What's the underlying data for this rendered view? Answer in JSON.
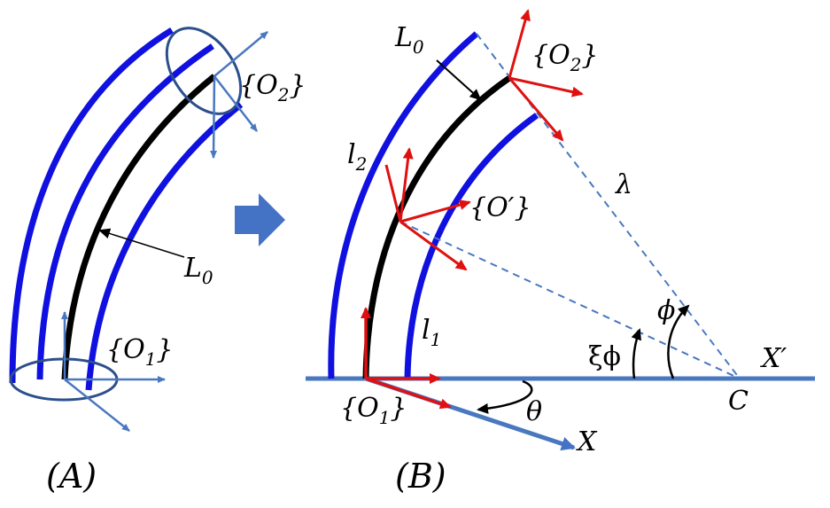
{
  "panel_a": {
    "caption": "(A)",
    "frame_top": "{O2}",
    "frame_bottom": "{O1}",
    "centerline": "L0"
  },
  "panel_b": {
    "caption": "(B)",
    "frame_base": "{O1}",
    "frame_mid": "{O′}",
    "frame_tip": "{O2}",
    "centerline": "L0",
    "inner_length": "l1",
    "outer_length": "l2",
    "radius": "λ",
    "bend_angle": "ϕ",
    "partial_angle": "ξϕ",
    "plane_angle": "θ",
    "center": "C",
    "axis_x": "X",
    "axis_x_prime": "X′"
  },
  "colors": {
    "tube": "#1010e0",
    "backbone": "#000000",
    "frame_red": "#e01010",
    "frame_blue": "#4a78c0",
    "arrow_fill": "#4472c4"
  }
}
